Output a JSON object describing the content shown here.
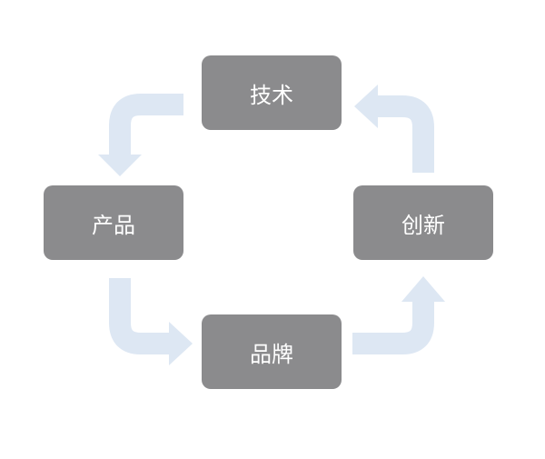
{
  "nodes": {
    "top": "技术",
    "left": "产品",
    "right": "创新",
    "bottom": "品牌"
  },
  "colors": {
    "box": "#8b8b8d",
    "arrow": "#dde7f3",
    "text": "#ffffff"
  }
}
